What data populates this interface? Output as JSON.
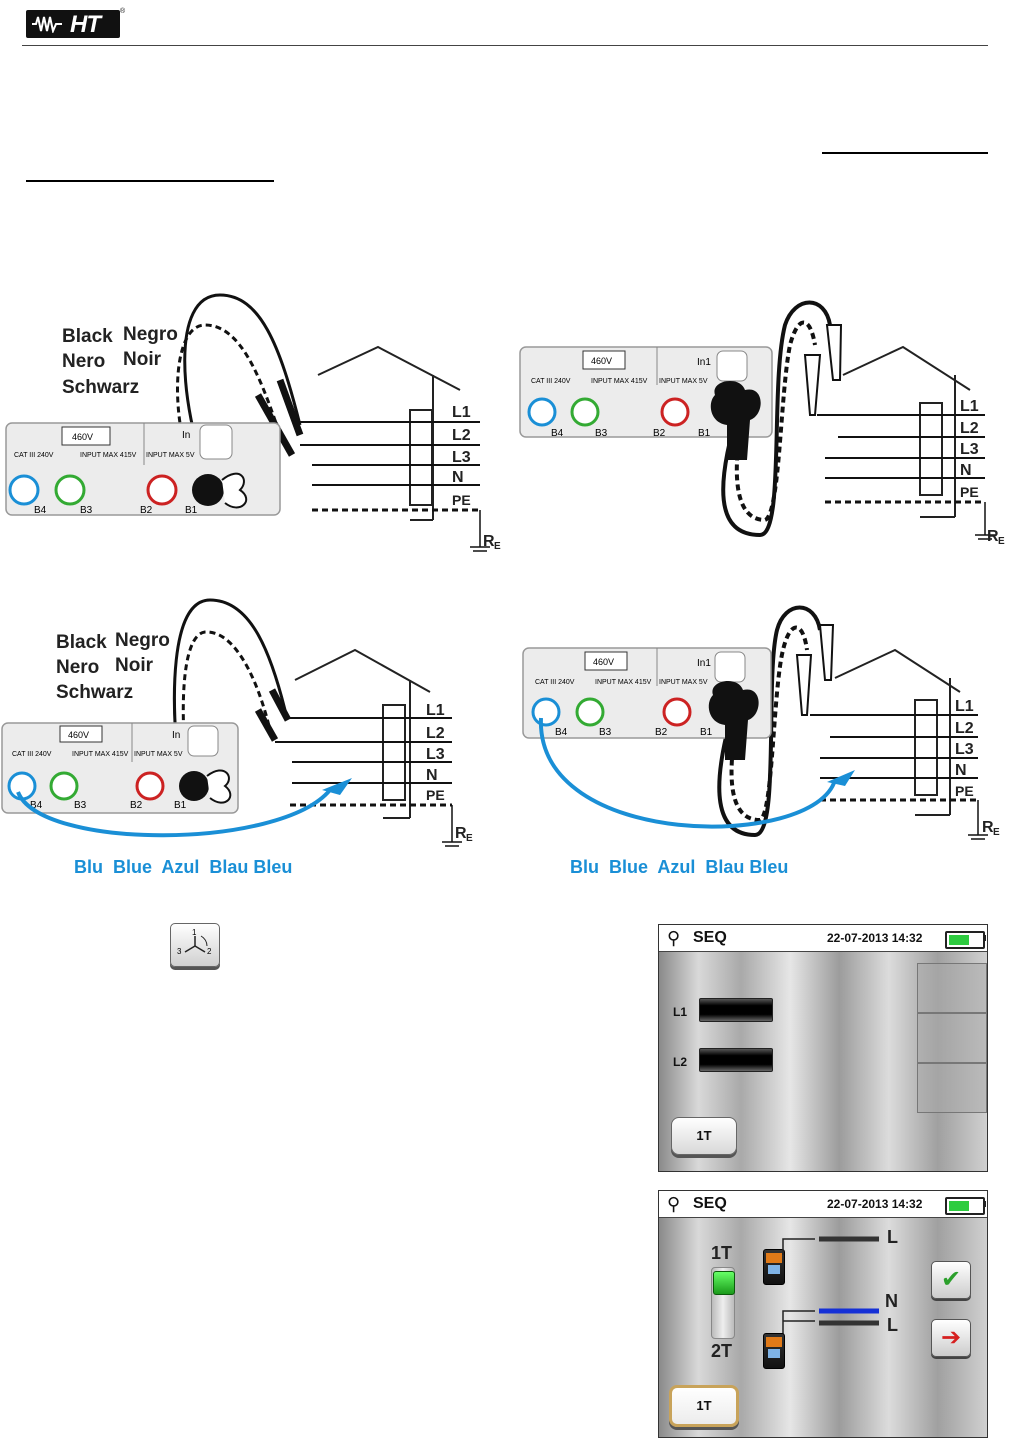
{
  "header": {
    "logo_text": "HT",
    "registered": "®"
  },
  "diagrams": {
    "top_left": {
      "wire_labels": [
        "Black",
        "Negro",
        "Nero",
        "Noir",
        "Schwarz"
      ],
      "panel_rating": "460V",
      "panel_spec": "CAT III 240V",
      "panel_input": "INPUT MAX 415V",
      "panel_in": "In",
      "panel_in_spec": "INPUT MAX 5V",
      "terminals": [
        "B4",
        "B3",
        "B2",
        "B1"
      ],
      "lines": [
        "L1",
        "L2",
        "L3",
        "N",
        "PE"
      ],
      "earth": "R",
      "earth_sub": "E"
    },
    "top_right": {
      "panel_rating": "460V",
      "panel_spec": "CAT III 240V",
      "panel_input": "INPUT MAX 415V",
      "panel_in": "In1",
      "panel_in_spec": "INPUT MAX 5V",
      "terminals": [
        "B4",
        "B3",
        "B2",
        "B1"
      ],
      "lines": [
        "L1",
        "L2",
        "L3",
        "N",
        "PE"
      ],
      "earth": "R",
      "earth_sub": "E"
    },
    "bottom_left": {
      "wire_labels": [
        "Black",
        "Negro",
        "Nero",
        "Noir",
        "Schwarz"
      ],
      "panel_rating": "460V",
      "panel_spec": "CAT III 240V",
      "panel_input": "INPUT MAX 415V",
      "panel_in": "In",
      "panel_in_spec": "INPUT MAX 5V",
      "terminals": [
        "B4",
        "B3",
        "B2",
        "B1"
      ],
      "lines": [
        "L1",
        "L2",
        "L3",
        "N",
        "PE"
      ],
      "earth": "R",
      "earth_sub": "E",
      "blue_label": "Blu  Blue  Azul  Blau Bleu"
    },
    "bottom_right": {
      "panel_rating": "460V",
      "panel_spec": "CAT III 240V",
      "panel_input": "INPUT MAX 415V",
      "panel_in": "In1",
      "panel_in_spec": "INPUT MAX 5V",
      "terminals": [
        "B4",
        "B3",
        "B2",
        "B1"
      ],
      "lines": [
        "L1",
        "L2",
        "L3",
        "N",
        "PE"
      ],
      "earth": "R",
      "earth_sub": "E",
      "blue_label": "Blu  Blue  Azul  Blau Bleu"
    }
  },
  "screen1": {
    "title": "SEQ",
    "datetime": "22-07-2013 14:32",
    "l1_label": "L1",
    "l2_label": "L2",
    "button": "1T"
  },
  "screen2": {
    "title": "SEQ",
    "datetime": "22-07-2013 14:32",
    "mode_top": "1T",
    "mode_bottom": "2T",
    "line_top": "L",
    "line_n": "N",
    "line_bottom": "L",
    "button": "1T",
    "ok_icon": "check-icon",
    "exit_icon": "exit-icon"
  },
  "colors": {
    "blue_wire": "#1a8fd6",
    "battery": "#2ecc40"
  }
}
